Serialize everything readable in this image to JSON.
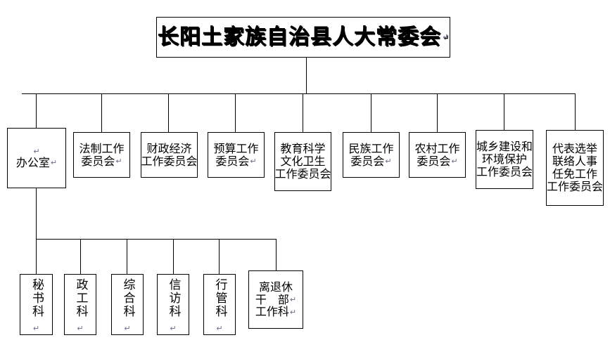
{
  "chart_meta": {
    "type": "org-chart",
    "orientation": "top-down",
    "levels": 3,
    "background": "#ffffff",
    "line_color": "#000000",
    "text_color": "#000000",
    "mark_color": "#6a6a8a"
  },
  "title": {
    "text": "长阳土家族自治县人大常委会",
    "mark": "↵"
  },
  "marks": {
    "pilcrow": "↵",
    "vertical_mark": "↵"
  },
  "level2": {
    "label": "committees-row",
    "items": [
      {
        "id": "office",
        "lines": [
          "办公室"
        ],
        "mark_above": "↵",
        "mark_inline": "↵",
        "vertical": false
      },
      {
        "id": "legal-affairs",
        "lines": [
          "法制工作",
          "委员会"
        ],
        "mark_inline": "↵",
        "vertical": false
      },
      {
        "id": "finance-economy",
        "lines": [
          "财政经济",
          "工作委员会"
        ],
        "mark_inline": "",
        "vertical": false
      },
      {
        "id": "budget",
        "lines": [
          "预算工作",
          "委员会"
        ],
        "mark_inline": "↵",
        "vertical": false
      },
      {
        "id": "education-science",
        "lines": [
          "教育科学",
          "文化卫生",
          "工作委员会"
        ],
        "mark_inline": "",
        "vertical": false
      },
      {
        "id": "ethnic-affairs",
        "lines": [
          "民族工作",
          "委员会"
        ],
        "mark_inline": "↵",
        "vertical": false
      },
      {
        "id": "rural-affairs",
        "lines": [
          "农村工作",
          "委员会"
        ],
        "mark_inline": "↵",
        "vertical": false
      },
      {
        "id": "urban-rural-env",
        "lines": [
          "城乡建设和",
          "环境保护",
          "工作委员会"
        ],
        "mark_inline": "",
        "vertical": false
      },
      {
        "id": "elections-personnel",
        "lines": [
          "代表选举",
          "联络人事",
          "任免工作",
          "工作委员会"
        ],
        "mark_inline": "",
        "vertical": false
      }
    ]
  },
  "level3": {
    "label": "office-sections-row",
    "parent": "office",
    "items": [
      {
        "id": "secretariat",
        "lines": [
          "秘书科"
        ],
        "vertical": true,
        "mark_below": "↵"
      },
      {
        "id": "political-work",
        "lines": [
          "政工科"
        ],
        "vertical": true,
        "mark_below": "↵"
      },
      {
        "id": "general-affairs",
        "lines": [
          "综合科"
        ],
        "vertical": true,
        "mark_below": "↵"
      },
      {
        "id": "petitions",
        "lines": [
          "信访科"
        ],
        "vertical": true,
        "mark_below": "↵"
      },
      {
        "id": "administration",
        "lines": [
          "行管科"
        ],
        "vertical": true,
        "mark_below": "↵"
      },
      {
        "id": "retired-cadres",
        "lines": [
          "离退休",
          "干　部",
          "工作科"
        ],
        "vertical": false,
        "mark_inline": "↵"
      }
    ]
  }
}
